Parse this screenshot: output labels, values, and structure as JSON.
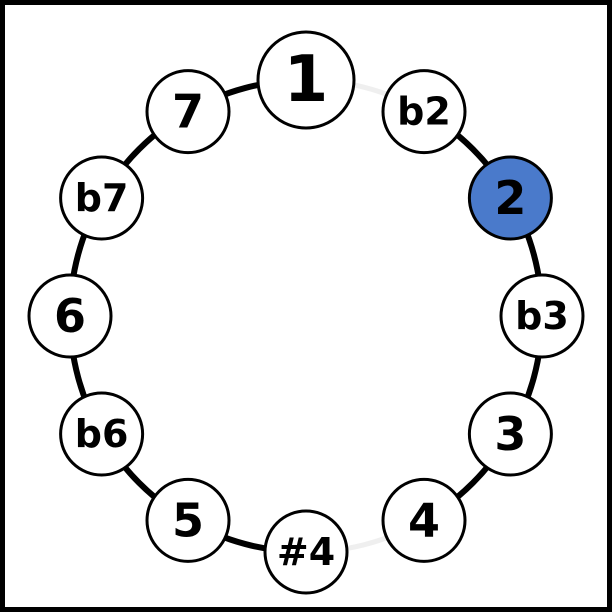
{
  "diagram": {
    "degrees": [
      {
        "label": "1",
        "highlighted": false
      },
      {
        "label": "b2",
        "highlighted": false
      },
      {
        "label": "2",
        "highlighted": true
      },
      {
        "label": "b3",
        "highlighted": false
      },
      {
        "label": "3",
        "highlighted": false
      },
      {
        "label": "4",
        "highlighted": false
      },
      {
        "label": "#4",
        "highlighted": false
      },
      {
        "label": "5",
        "highlighted": false
      },
      {
        "label": "b6",
        "highlighted": false
      },
      {
        "label": "6",
        "highlighted": false
      },
      {
        "label": "b7",
        "highlighted": false
      },
      {
        "label": "7",
        "highlighted": false
      }
    ],
    "colors": {
      "highlight_fill": "#4a7acb",
      "node_fill": "#ffffff",
      "stroke": "#000000",
      "inactive_arc": "#efefef"
    }
  }
}
